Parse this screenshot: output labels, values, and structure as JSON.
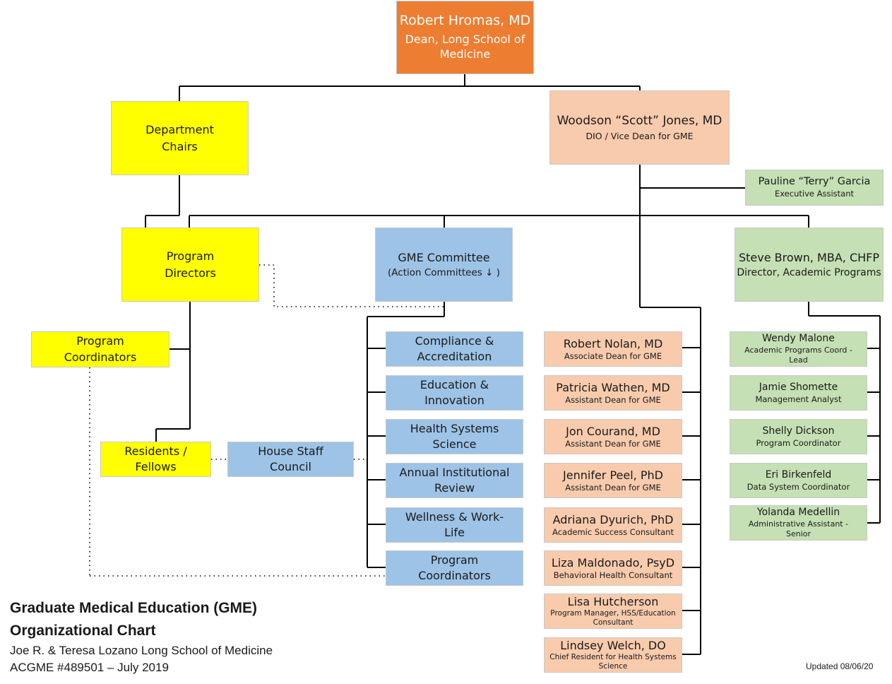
{
  "dean": {
    "name": "Robert Hromas, MD",
    "title": "Dean, Long School of Medicine"
  },
  "chairs": {
    "label": "Department Chairs"
  },
  "dio": {
    "name": "Woodson “Scott” Jones, MD",
    "title": "DIO / Vice Dean for GME"
  },
  "assistant": {
    "name": "Pauline “Terry” Garcia",
    "title": "Executive Assistant"
  },
  "program_directors": {
    "label": "Program Directors"
  },
  "gme_committee": {
    "name": "GME Committee",
    "title": "(Action Committees ↓ )"
  },
  "academic_director": {
    "name": "Steve Brown, MBA, CHFP",
    "title": "Director, Academic Programs"
  },
  "program_coordinators_left": {
    "label": "Program Coordinators"
  },
  "residents": {
    "label": "Residents / Fellows"
  },
  "house_staff": {
    "label": "House Staff Council"
  },
  "committees": [
    {
      "label": "Compliance & Accreditation"
    },
    {
      "label": "Education & Innovation"
    },
    {
      "label": "Health Systems Science"
    },
    {
      "label": "Annual Institutional Review"
    },
    {
      "label": "Wellness & Work-Life"
    },
    {
      "label": "Program Coordinators"
    }
  ],
  "deans_staff": [
    {
      "name": "Robert Nolan, MD",
      "title": "Associate Dean for GME"
    },
    {
      "name": "Patricia Wathen, MD",
      "title": "Assistant Dean for GME"
    },
    {
      "name": "Jon Courand, MD",
      "title": "Assistant Dean for GME"
    },
    {
      "name": "Jennifer Peel, PhD",
      "title": "Assistant Dean for GME"
    },
    {
      "name": "Adriana Dyurich, PhD",
      "title": "Academic Success Consultant"
    },
    {
      "name": "Liza Maldonado, PsyD",
      "title": "Behavioral Health Consultant"
    },
    {
      "name": "Lisa Hutcherson",
      "title": "Program Manager, HSS/Education Consultant"
    },
    {
      "name": "Lindsey Welch, DO",
      "title": "Chief Resident for Health Systems Science"
    }
  ],
  "academic_staff": [
    {
      "name": "Wendy Malone",
      "title": "Academic Programs Coord - Lead"
    },
    {
      "name": "Jamie Shomette",
      "title": "Management Analyst"
    },
    {
      "name": "Shelly Dickson",
      "title": "Program Coordinator"
    },
    {
      "name": "Eri Birkenfeld",
      "title": "Data System Coordinator"
    },
    {
      "name": "Yolanda Medellin",
      "title": "Administrative Assistant - Senior"
    }
  ],
  "footer": {
    "title_line1": "Graduate Medical Education (GME)",
    "title_line2": "Organizational Chart",
    "school": "Joe R. & Teresa Lozano Long School of Medicine",
    "acgme": "ACGME #489501 – July 2019",
    "updated": "Updated 08/06/20"
  },
  "colors": {
    "dean": "#ed7d31",
    "yellow": "#ffff00",
    "blue": "#9dc3e6",
    "peach": "#f8cbad",
    "green": "#c5e0b4"
  }
}
